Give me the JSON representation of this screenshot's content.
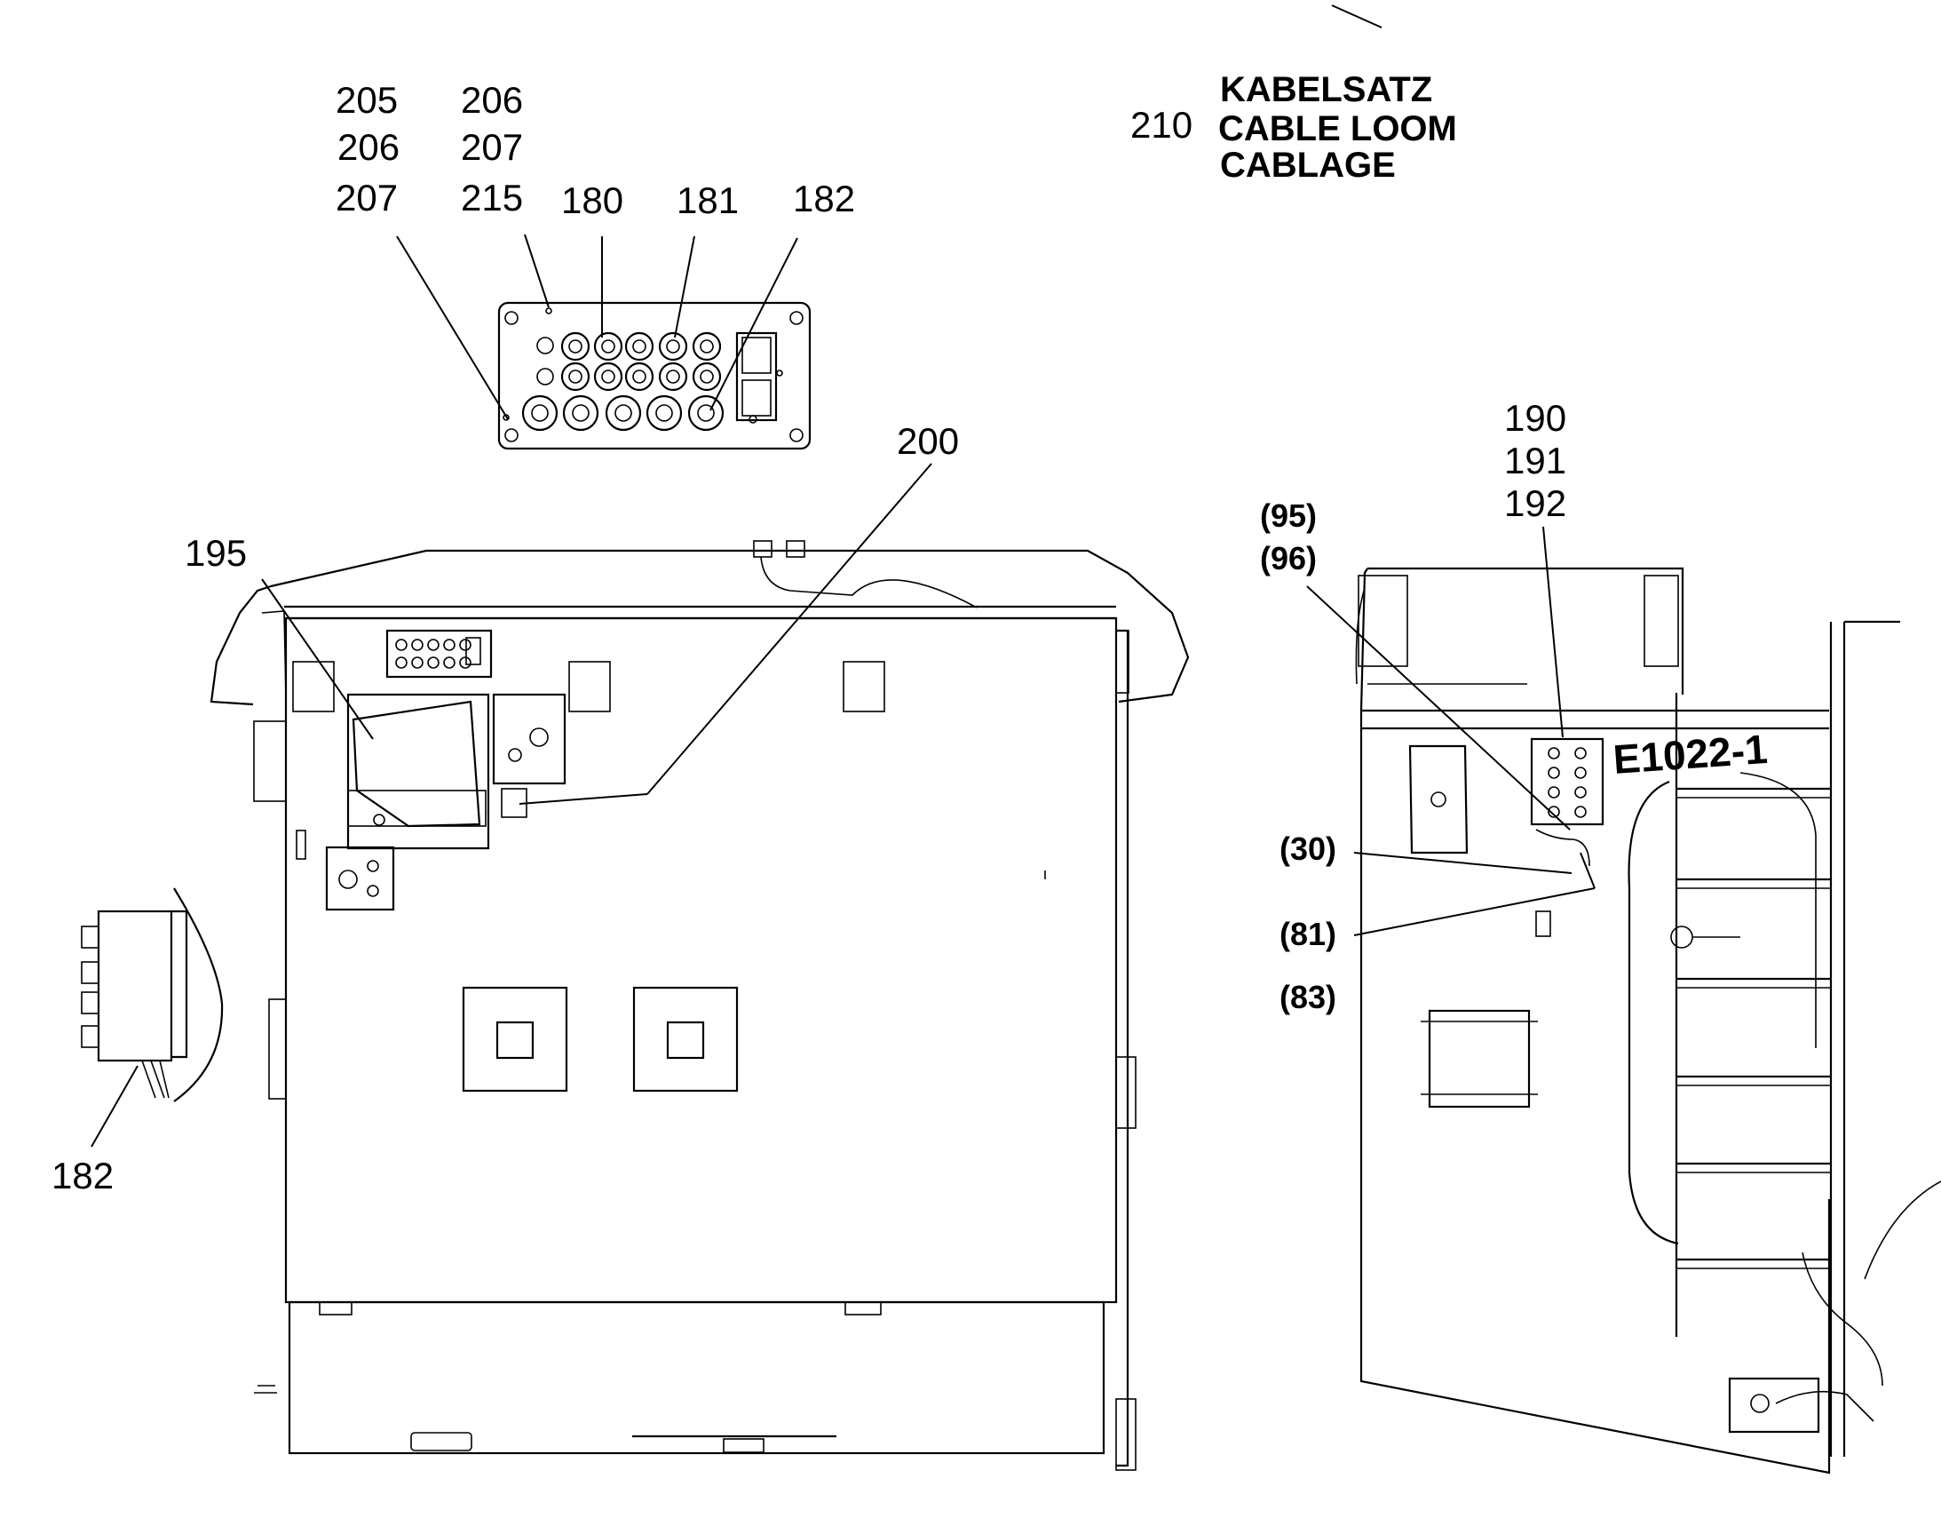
{
  "callouts": {
    "c205": "205",
    "c206a": "206",
    "c207a": "207",
    "c206b": "206",
    "c207b": "207",
    "c215": "215",
    "c180": "180",
    "c181": "181",
    "c182_top": "182",
    "c200": "200",
    "c195": "195",
    "c182_left": "182",
    "c210": "210",
    "c190": "190",
    "c191": "191",
    "c192": "192",
    "c95": "(95)",
    "c96": "(96)",
    "c30": "(30)",
    "c81": "(81)",
    "c83": "(83)"
  },
  "title_block": {
    "line1": "KABELSATZ",
    "line2": "CABLE LOOM",
    "line3": "CABLAGE"
  },
  "machine_tag": "E1022-1"
}
